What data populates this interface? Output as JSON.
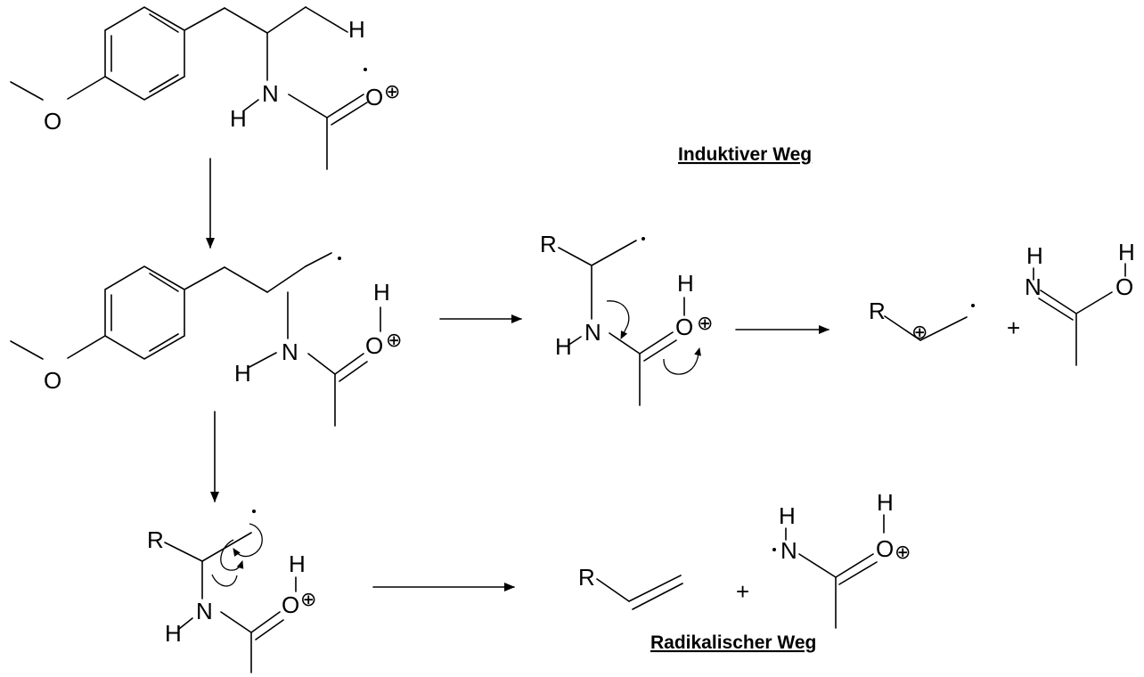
{
  "headings": {
    "inductive": "Induktiver Weg",
    "radical": "Radikalischer Weg"
  },
  "labels": {
    "O": "O",
    "N": "N",
    "H": "H",
    "R": "R",
    "plus": "+",
    "charge": "⊕"
  },
  "icons": {
    "reaction_arrow": "reaction-arrow-icon",
    "charge": "plus-circle-icon",
    "radical": "radical-dot-icon",
    "electron_shift": "curved-arrow-icon"
  }
}
